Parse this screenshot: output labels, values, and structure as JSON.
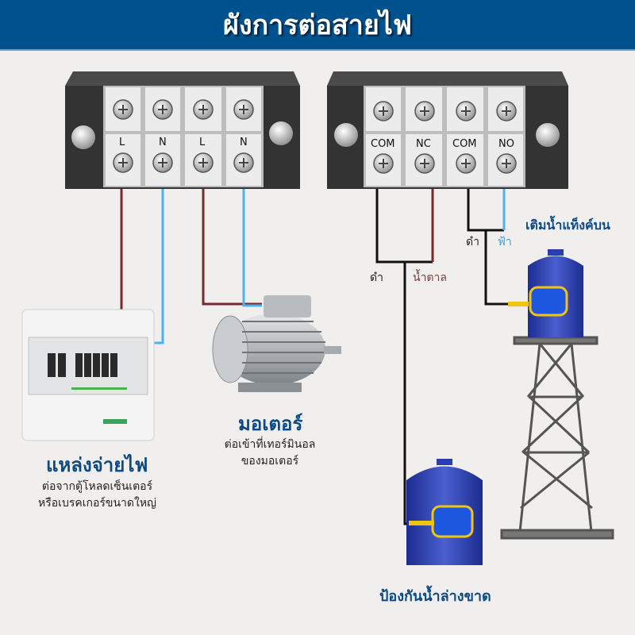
{
  "title": "ผังการต่อสายไฟ",
  "power_block": {
    "terminals": [
      "L",
      "N",
      "L",
      "N"
    ]
  },
  "relay_block": {
    "terminals": [
      "COM",
      "NC",
      "COM",
      "NO"
    ]
  },
  "wire_labels": {
    "black_1": "ดำ",
    "brown": "น้ำตาล",
    "black_2": "ดำ",
    "blue": "ฟ้า"
  },
  "upper_tank": {
    "label": "เติมน้ำแท็งค์บน"
  },
  "lower_tank": {
    "label": "ป้องกันน้ำล่างขาด"
  },
  "power_source": {
    "title": "แหล่งจ่ายไฟ",
    "line1": "ต่อจากตู้โหลดเซ็นเตอร์",
    "line2": "หรือเบรคเกอร์ขนาดใหญ่"
  },
  "motor": {
    "title": "มอเตอร์",
    "line1": "ต่อเข้าที่เทอร์มินอล",
    "line2": "ของมอเตอร์"
  },
  "colors": {
    "header": "#00528f",
    "brown_wire": "#7a2a2e",
    "blue_wire": "#4ab3ef",
    "black_wire": "#111111",
    "tank": "#2a3fae"
  }
}
